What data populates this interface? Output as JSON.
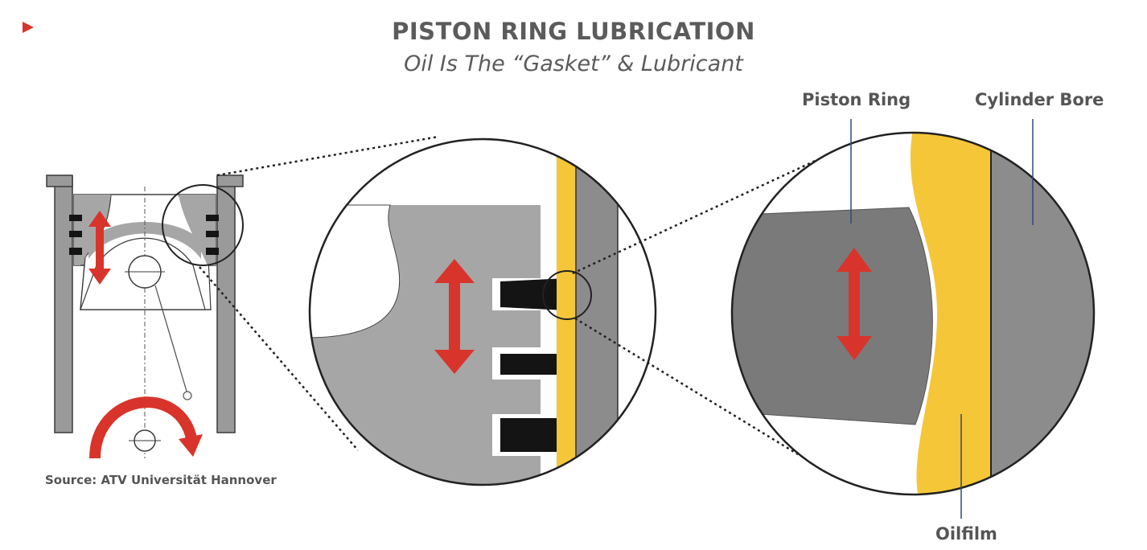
{
  "header": {
    "title": "PISTON RING LUBRICATION",
    "subtitle": "Oil Is The “Gasket” & Lubricant"
  },
  "labels": {
    "piston_ring": "Piston Ring",
    "cylinder_bore": "Cylinder Bore",
    "oilfilm": "Oilfilm"
  },
  "source": "Source: ATV Universität Hannover",
  "colors": {
    "accent_red": "#d9342b",
    "oil_yellow": "#f5c638",
    "piston_gray": "#a6a6a6",
    "bore_gray": "#8c8c8c",
    "ring_dark": "#141414",
    "text_gray": "#5b5b5b"
  }
}
